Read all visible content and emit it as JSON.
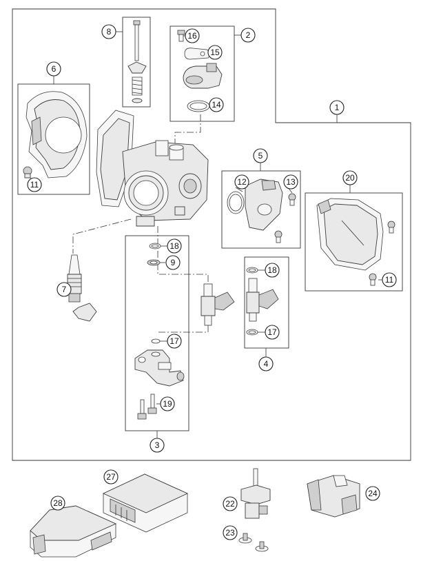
{
  "callouts": {
    "c1": "1",
    "c2": "2",
    "c3": "3",
    "c4": "4",
    "c5": "5",
    "c6": "6",
    "c7": "7",
    "c8": "8",
    "c9": "9",
    "c11a": "11",
    "c11b": "11",
    "c12": "12",
    "c13": "13",
    "c14": "14",
    "c15": "15",
    "c16": "16",
    "c17a": "17",
    "c17b": "17",
    "c18a": "18",
    "c18b": "18",
    "c19": "19",
    "c20": "20",
    "c22": "22",
    "c23": "23",
    "c24": "24",
    "c27": "27",
    "c28": "28"
  }
}
